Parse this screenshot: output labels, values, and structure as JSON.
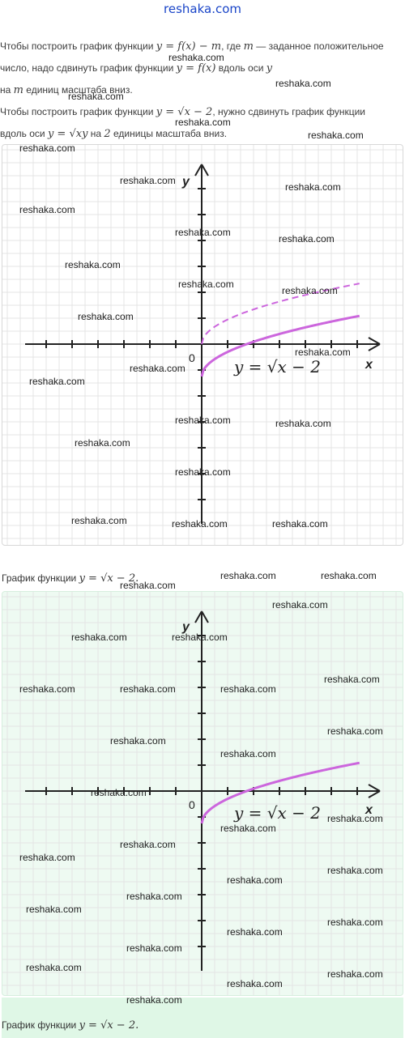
{
  "header": {
    "site": "reshaka.com"
  },
  "text": {
    "p1_a": "Чтобы построить график функции ",
    "p1_m1": "y = f(x) − m",
    "p1_b": ", где ",
    "p1_m2": "m",
    "p1_c": " — заданное положительное число, надо сдвинуть график функции ",
    "p1_m3": "y = f(x)",
    "p1_d": " вдоль оси ",
    "p1_m4": "y",
    "p1_e": " на ",
    "p1_m5": "m",
    "p1_f": " единиц масштаба вниз.",
    "p2_a": "Чтобы построить график функции ",
    "p2_m1": "y = √x − 2",
    "p2_b": ", нужно сдвинуть график функции ",
    "p2_m2": "y = √x",
    "p2_c": " вдоль оси ",
    "p2_m3": "y",
    "p2_d": " на ",
    "p2_m4": "2",
    "p2_e": " единицы масштаба вниз."
  },
  "figure1": {
    "axis_x": "x",
    "axis_y": "y",
    "origin": "0",
    "function_label": "y = √x − 2",
    "curve_color": "#cc66dd",
    "dashed_color": "#cc66dd"
  },
  "figure2": {
    "axis_x": "x",
    "axis_y": "y",
    "origin": "0",
    "function_label": "y = √x − 2",
    "curve_color": "#cc66dd"
  },
  "captions": {
    "cap1_text": "График функции ",
    "cap1_math": "y = √x − 2.",
    "cap2_text": "График функции ",
    "cap2_math": "y = √x − 2."
  },
  "watermark": "reshaka.com",
  "chart_data": [
    {
      "type": "line",
      "x_range": [
        -7,
        7
      ],
      "y_range": [
        -7,
        7
      ],
      "grid": true,
      "series": [
        {
          "name": "y = √x − 2",
          "style": "solid",
          "x": [
            0,
            1,
            4,
            9,
            14
          ],
          "y": [
            -2,
            -1,
            0,
            1,
            1.74
          ]
        },
        {
          "style": "dashed",
          "x": [
            0,
            1,
            4,
            9,
            14
          ],
          "y": [
            0,
            1,
            2,
            3,
            3.74
          ]
        }
      ]
    },
    {
      "type": "line",
      "x_range": [
        -7,
        7
      ],
      "y_range": [
        -7,
        7
      ],
      "grid": true,
      "series": [
        {
          "name": "y = √x − 2",
          "style": "solid",
          "x": [
            0,
            1,
            4,
            9,
            14
          ],
          "y": [
            -2,
            -1,
            0,
            1,
            1.74
          ]
        }
      ]
    }
  ]
}
